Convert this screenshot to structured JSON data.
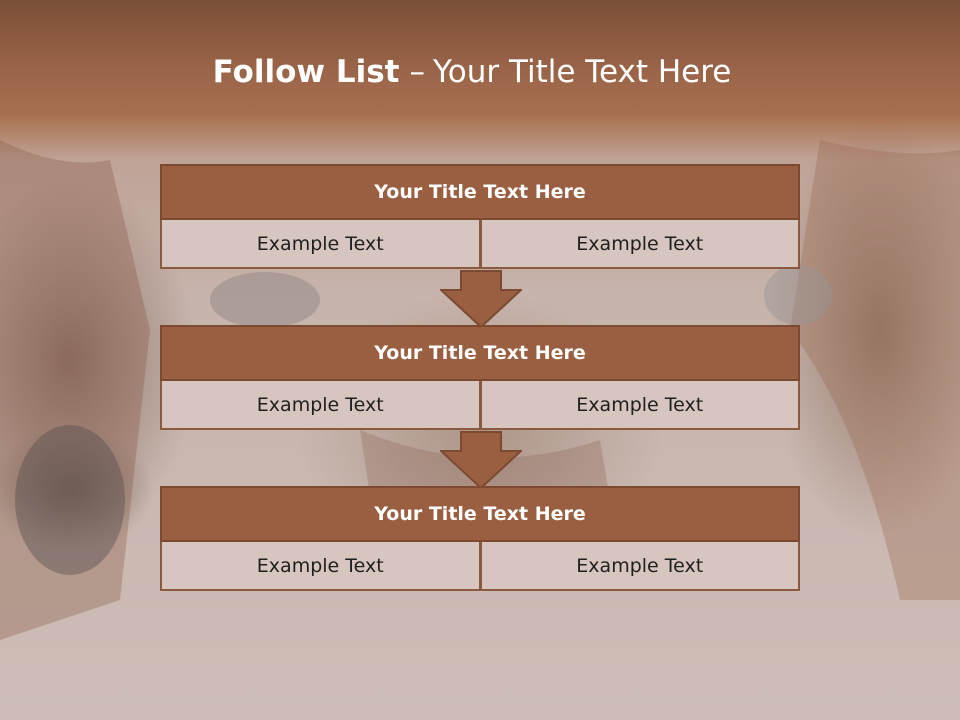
{
  "title": {
    "bold": "Follow List",
    "dash": "–",
    "rest": "Your Title Text Here"
  },
  "panels": [
    {
      "header": "Your Title Text Here",
      "left": "Example Text",
      "right": "Example Text"
    },
    {
      "header": "Your Title Text Here",
      "left": "Example Text",
      "right": "Example Text"
    },
    {
      "header": "Your Title Text Here",
      "left": "Example Text",
      "right": "Example Text"
    }
  ],
  "colors": {
    "header": "#995f40",
    "cell": "#d6c6bf",
    "border": "#7c4a30"
  }
}
